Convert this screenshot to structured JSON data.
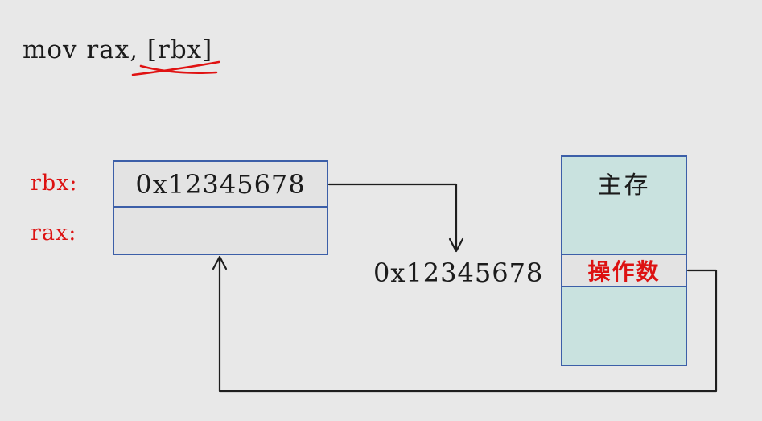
{
  "instruction": {
    "text": "mov rax, [rbx]"
  },
  "registers": {
    "rbx_label": "rbx:",
    "rax_label": "rax:",
    "rbx_value": "0x12345678",
    "rax_value": ""
  },
  "address_flow": {
    "value": "0x12345678"
  },
  "memory": {
    "title": "主存",
    "operand_label": "操作数"
  },
  "colors": {
    "background": "#e8e8e8",
    "box_border": "#3c5fa8",
    "register_fill": "#e3e3e3",
    "memory_fill": "#c9e2df",
    "operand_fill": "#e3e3e3",
    "accent_red": "#dd1212",
    "arrow_line": "#1e1e1e",
    "text": "#1b1b1b"
  }
}
